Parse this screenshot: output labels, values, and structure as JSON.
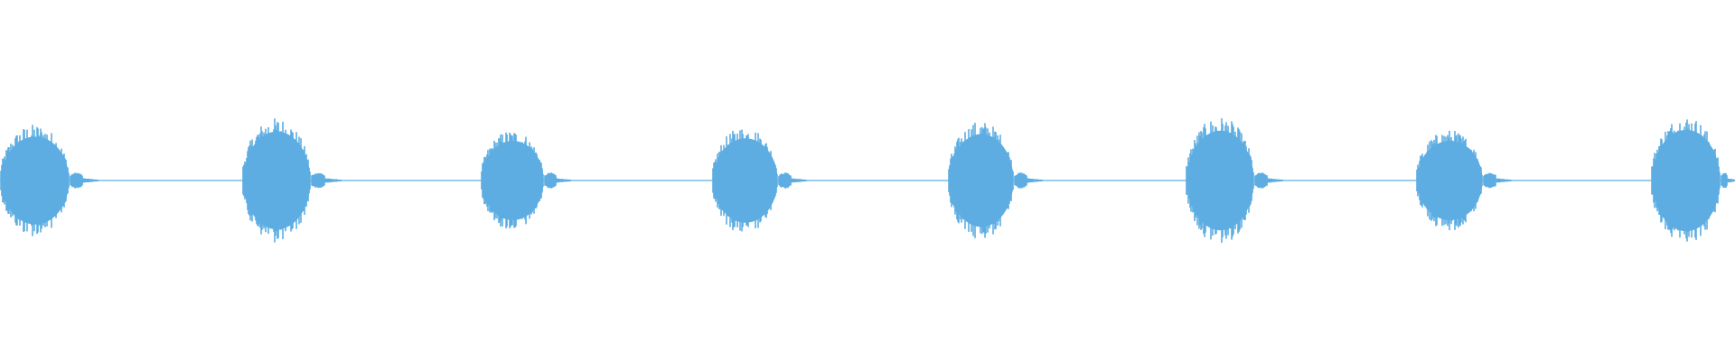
{
  "waveform": {
    "color": "#5dade2",
    "baseline_color": "#5dade2",
    "bursts": [
      {
        "start": 0,
        "end": 78,
        "amp": 0.52,
        "tail": 30
      },
      {
        "start": 268,
        "end": 345,
        "amp": 0.58,
        "tail": 32
      },
      {
        "start": 532,
        "end": 603,
        "amp": 0.47,
        "tail": 28
      },
      {
        "start": 788,
        "end": 862,
        "amp": 0.5,
        "tail": 30
      },
      {
        "start": 1049,
        "end": 1123,
        "amp": 0.55,
        "tail": 30
      },
      {
        "start": 1312,
        "end": 1389,
        "amp": 0.59,
        "tail": 30
      },
      {
        "start": 1567,
        "end": 1642,
        "amp": 0.47,
        "tail": 30
      },
      {
        "start": 1827,
        "end": 1905,
        "amp": 0.6,
        "tail": 16
      }
    ]
  }
}
